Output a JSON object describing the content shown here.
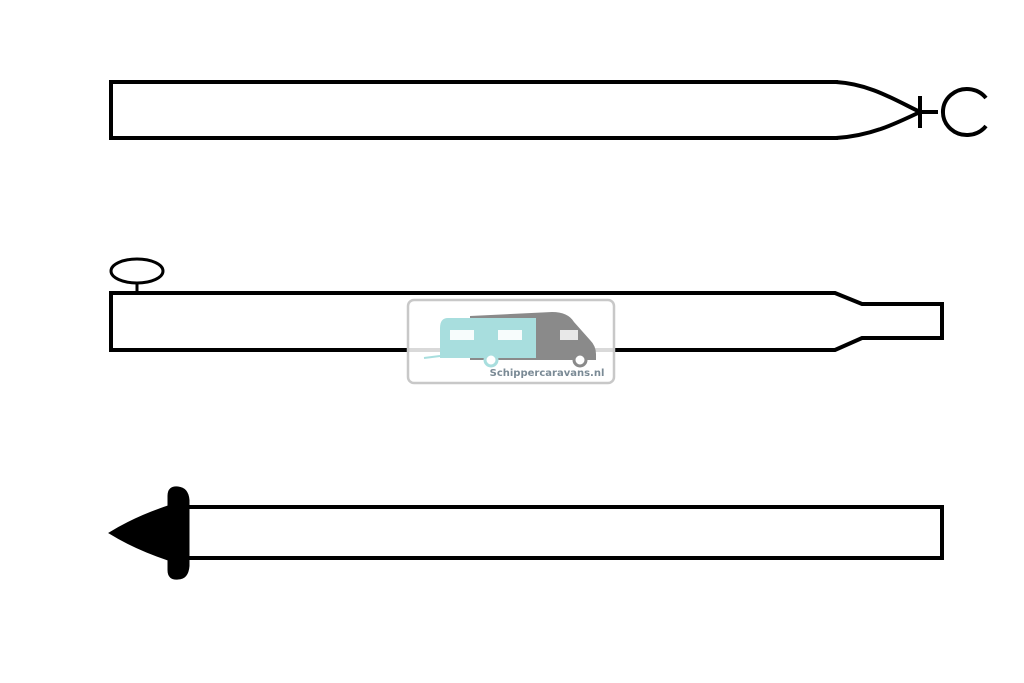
{
  "watermark": {
    "text": "Schippercaravans.nl",
    "caravan_color": "#a8dede",
    "camper_color": "#8a8a8a",
    "frame_color": "#c8c8c8"
  },
  "parts": [
    {
      "name": "pole-with-ring-eye",
      "end": "ring-eye"
    },
    {
      "name": "pole-with-locking-screw",
      "end": "tapered-tip"
    },
    {
      "name": "pole-with-spike",
      "end": "spike"
    }
  ],
  "colors": {
    "stroke": "#000000",
    "background": "#ffffff"
  }
}
